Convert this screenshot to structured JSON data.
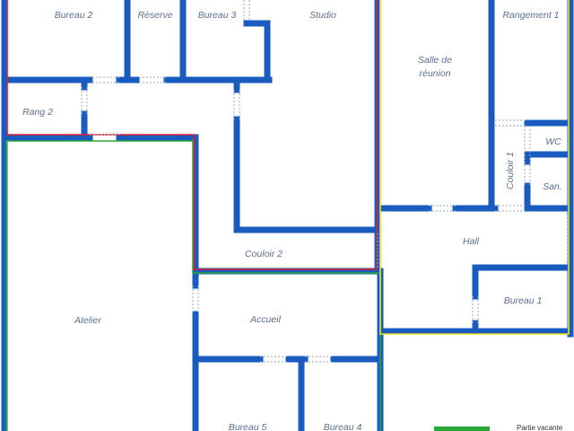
{
  "colors": {
    "wall": "#1a5bbf",
    "red_zone": "#d8202a",
    "green_zone": "#2aa63a",
    "yellow_zone": "#f0e21a",
    "door": "#8a9bc0",
    "label": "#5a6f95",
    "background": "#ffffff"
  },
  "rooms": [
    {
      "id": "bureau-2",
      "label": "Bureau 2"
    },
    {
      "id": "reserve",
      "label": "Réserve"
    },
    {
      "id": "bureau-3",
      "label": "Bureau 3"
    },
    {
      "id": "studio",
      "label": "Studio"
    },
    {
      "id": "salle-de-reunion",
      "label_line1": "Salle de",
      "label_line2": "réunion"
    },
    {
      "id": "rangement-1",
      "label": "Rangement 1"
    },
    {
      "id": "rang-2",
      "label": "Rang 2"
    },
    {
      "id": "wc",
      "label": "WC"
    },
    {
      "id": "couloir-1",
      "label": "Couloir 1"
    },
    {
      "id": "san",
      "label": "San."
    },
    {
      "id": "hall",
      "label": "Hall"
    },
    {
      "id": "couloir-2",
      "label": "Couloir 2"
    },
    {
      "id": "bureau-1",
      "label": "Bureau 1"
    },
    {
      "id": "atelier",
      "label": "Atelier"
    },
    {
      "id": "accueil",
      "label": "Accueil"
    },
    {
      "id": "bureau-5",
      "label": "Bureau 5"
    },
    {
      "id": "bureau-4",
      "label": "Bureau 4"
    }
  ],
  "legend": {
    "items": [
      {
        "label": "Partie vacante",
        "color": "#2aa63a"
      }
    ]
  }
}
